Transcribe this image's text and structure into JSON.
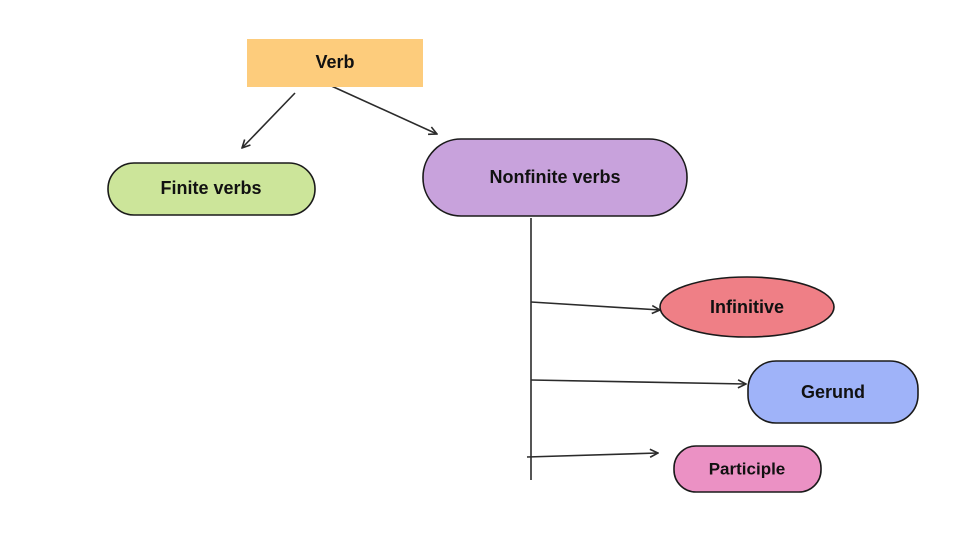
{
  "diagram": {
    "nodes": {
      "verb": {
        "label": "Verb",
        "color": "#fdcc7c"
      },
      "finite": {
        "label": "Finite verbs",
        "color": "#cce59a"
      },
      "nonfinite": {
        "label": "Nonfinite verbs",
        "color": "#c8a2dc"
      },
      "infinitive": {
        "label": "Infinitive",
        "color": "#ef7f86"
      },
      "gerund": {
        "label": "Gerund",
        "color": "#9fb3f9"
      },
      "participle": {
        "label": "Participle",
        "color": "#eb91c4"
      }
    },
    "edges": [
      {
        "from": "Verb",
        "to": "Finite verbs"
      },
      {
        "from": "Verb",
        "to": "Nonfinite verbs"
      },
      {
        "from": "Nonfinite verbs",
        "to": "Infinitive"
      },
      {
        "from": "Nonfinite verbs",
        "to": "Gerund"
      },
      {
        "from": "Nonfinite verbs",
        "to": "Participle"
      }
    ]
  }
}
